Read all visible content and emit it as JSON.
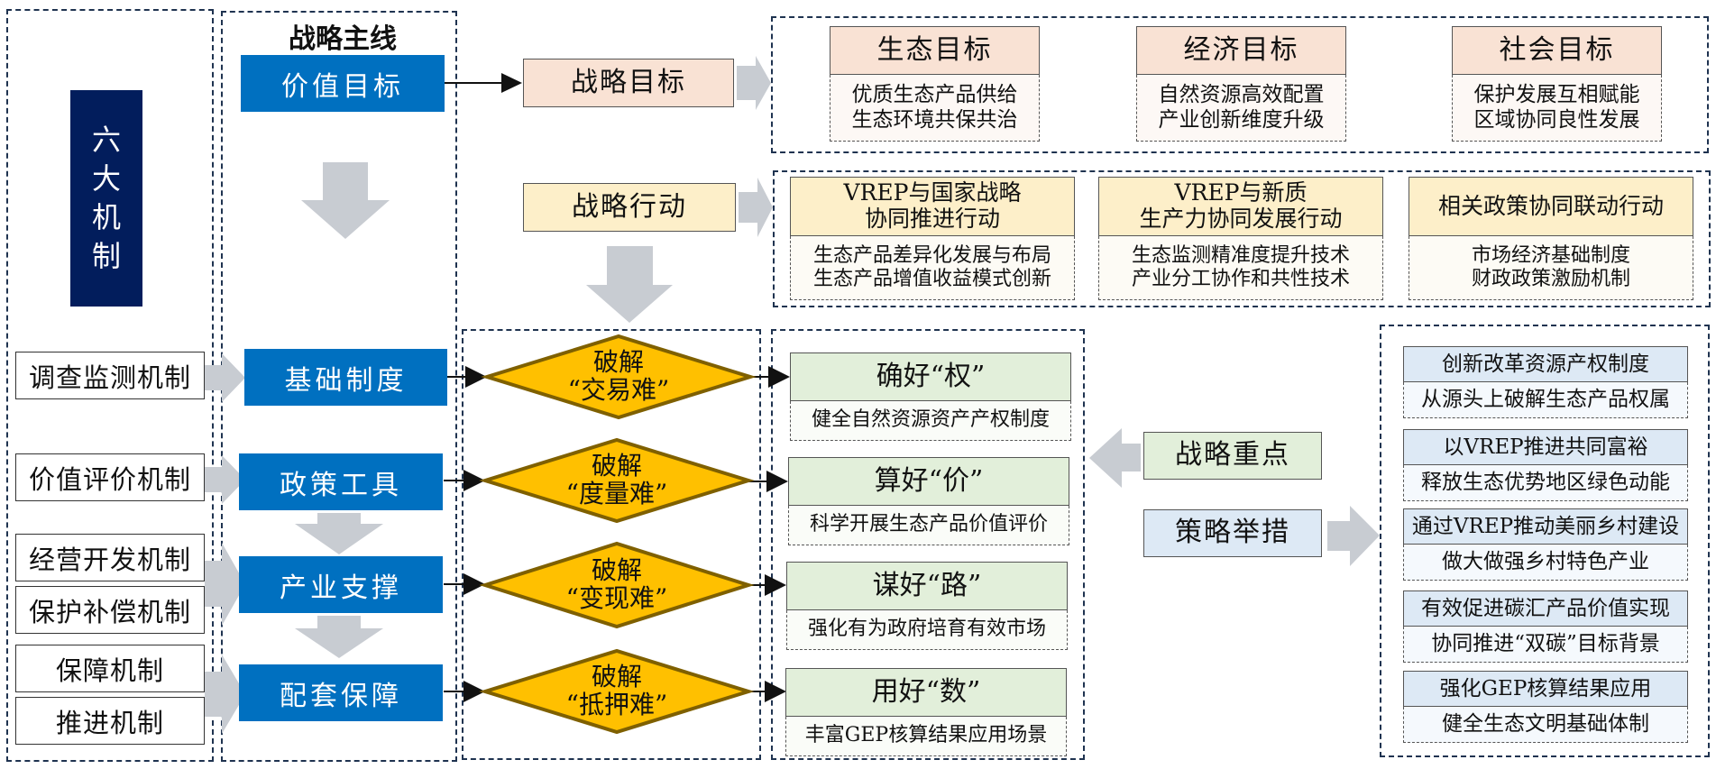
{
  "mechanisms": {
    "title_chars": [
      "六",
      "大",
      "机",
      "制"
    ],
    "items": [
      "调查监测机制",
      "价值评价机制",
      "经营开发机制",
      "保护补偿机制",
      "保障机制",
      "推进机制"
    ]
  },
  "mainline": {
    "title": "战略主线",
    "value_goal": "价值目标",
    "steps": [
      "基础制度",
      "政策工具",
      "产业支撑",
      "配套保障"
    ]
  },
  "strategic_goal": {
    "label": "战略目标",
    "goals": [
      {
        "title": "生态目标",
        "lines": [
          "优质生态产品供给",
          "生态环境共保共治"
        ]
      },
      {
        "title": "经济目标",
        "lines": [
          "自然资源高效配置",
          "产业创新维度升级"
        ]
      },
      {
        "title": "社会目标",
        "lines": [
          "保护发展互相赋能",
          "区域协同良性发展"
        ]
      }
    ]
  },
  "strategic_action": {
    "label": "战略行动",
    "actions": [
      {
        "title_lines": [
          "VREP与国家战略",
          "协同推进行动"
        ],
        "lines": [
          "生态产品差异化发展与布局",
          "生态产品增值收益模式创新"
        ]
      },
      {
        "title_lines": [
          "VREP与新质",
          "生产力协同发展行动"
        ],
        "lines": [
          "生态监测精准度提升技术",
          "产业分工协作和共性技术"
        ]
      },
      {
        "title_lines": [
          "相关政策协同联动行动"
        ],
        "lines": [
          "市场经济基础制度",
          "财政政策激励机制"
        ]
      }
    ]
  },
  "breakthroughs": [
    {
      "line1": "破解",
      "line2": "“交易难”"
    },
    {
      "line1": "破解",
      "line2": "“度量难”"
    },
    {
      "line1": "破解",
      "line2": "“变现难”"
    },
    {
      "line1": "破解",
      "line2": "“抵押难”"
    }
  ],
  "focuses": [
    {
      "title": "确好“权”",
      "desc": "健全自然资源资产产权制度"
    },
    {
      "title": "算好“价”",
      "desc": "科学开展生态产品价值评价"
    },
    {
      "title": "谋好“路”",
      "desc": "强化有为政府培育有效市场"
    },
    {
      "title": "用好“数”",
      "desc": "丰富GEP核算结果应用场景"
    }
  ],
  "strategic_focus_label": "战略重点",
  "policy_measures": {
    "label": "策略举措",
    "items": [
      {
        "title": "创新改革资源产权制度",
        "desc": "从源头上破解生态产品权属"
      },
      {
        "title": "以VREP推进共同富裕",
        "desc": "释放生态优势地区绿色动能"
      },
      {
        "title": "通过VREP推动美丽乡村建设",
        "desc": "做大做强乡村特色产业"
      },
      {
        "title": "有效促进碳汇产品价值实现",
        "desc": "协同推进“双碳”目标背景"
      },
      {
        "title": "强化GEP核算结果应用",
        "desc": "健全生态文明基础体制"
      }
    ]
  },
  "colors": {
    "primary_blue": "#0070c0",
    "navy": "#021d5c",
    "diamond_fill": "#ffc000",
    "diamond_border": "#7f6000",
    "arrow_gray": "#c8ccd2",
    "dash_border": "#1f3350"
  }
}
